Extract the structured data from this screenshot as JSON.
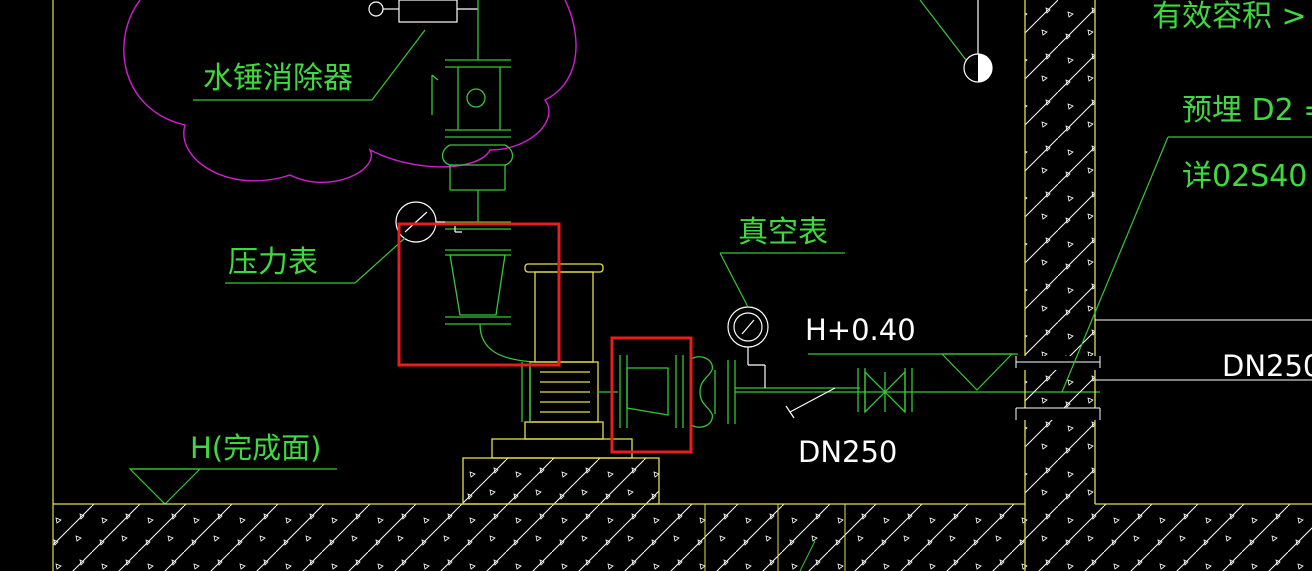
{
  "labels": {
    "water_hammer": "水锤消除器",
    "pressure_gauge": "压力表",
    "vacuum_gauge": "真空表",
    "elevation": "H+0.40",
    "pipe_size_left": "DN250",
    "pipe_size_right": "DN250",
    "finished_floor": "H(完成面)",
    "effective_volume": "有效容积 >",
    "embedded": "预埋 D2 =",
    "detail_ref": "详02S40"
  },
  "colors": {
    "background": "#000000",
    "text": "#3fd93f",
    "line": "#37c637",
    "equipment": "#e4e04a",
    "cloud": "#d21ed2",
    "highlight": "#e81e1e",
    "white": "#ffffff"
  }
}
